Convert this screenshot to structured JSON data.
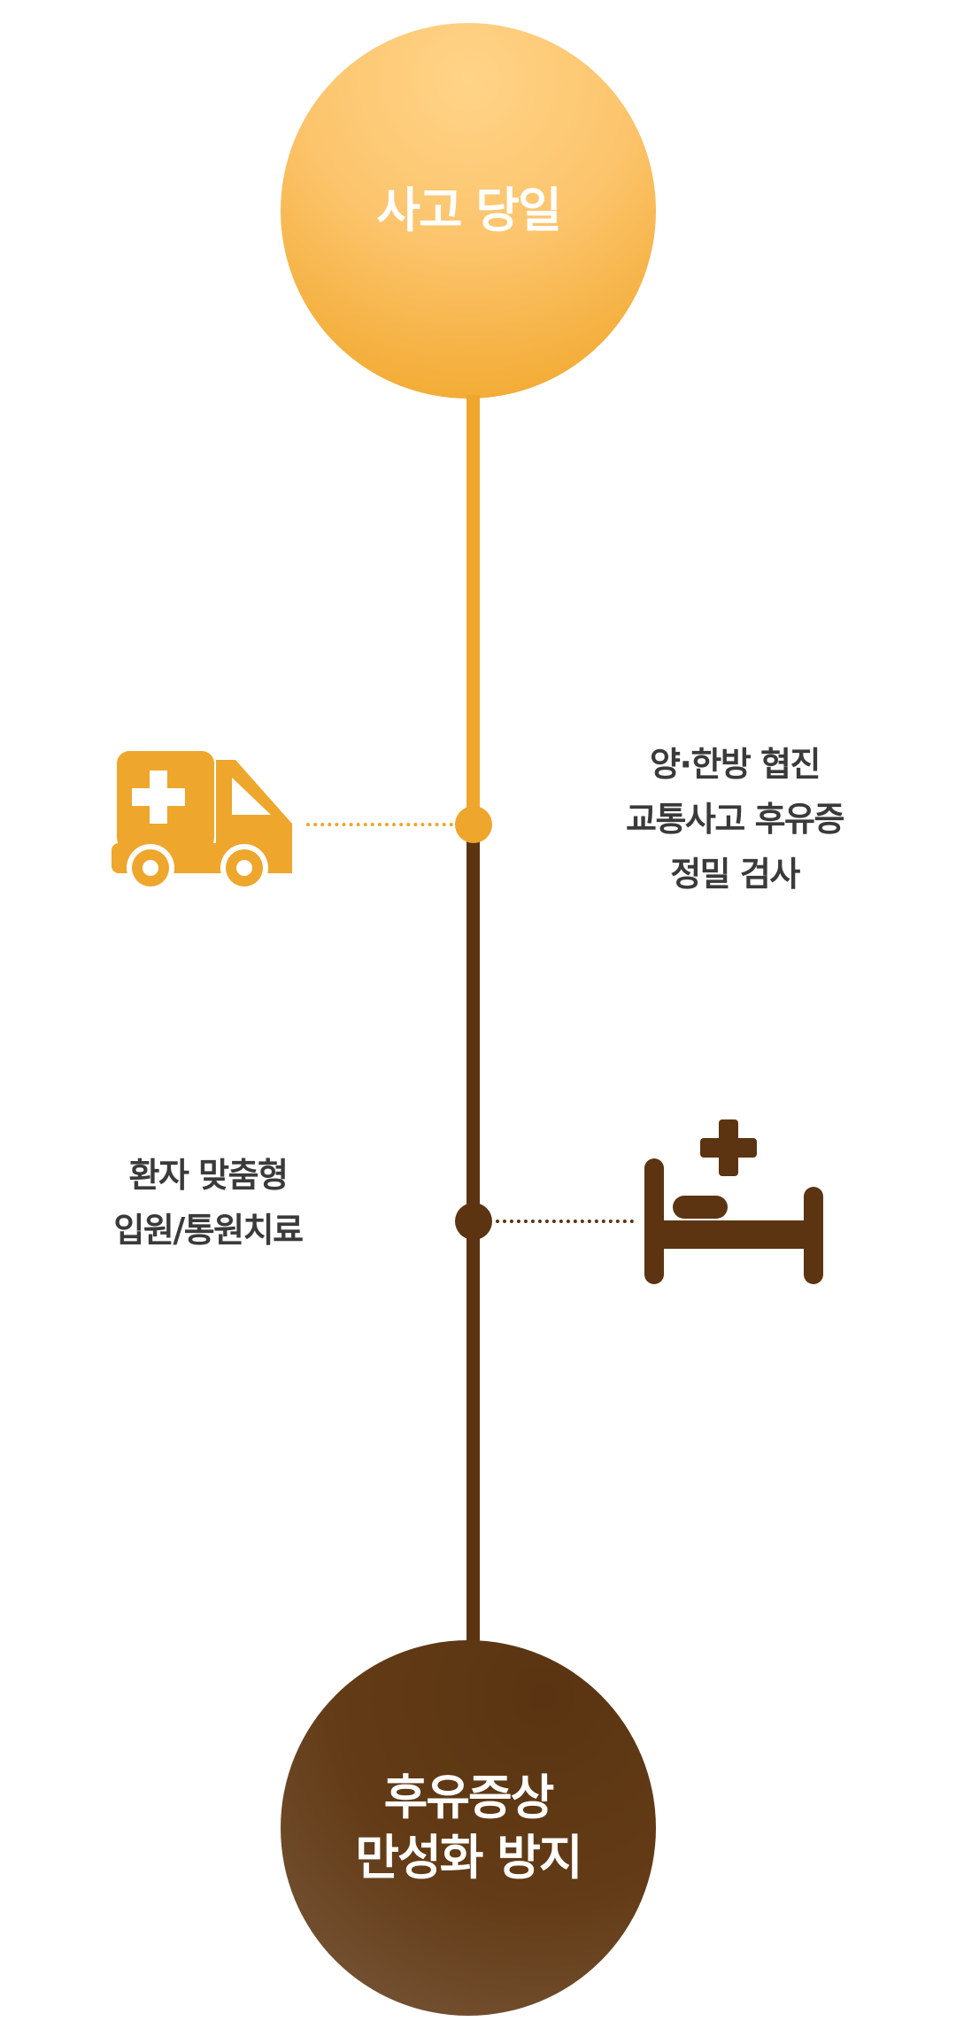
{
  "diagram": {
    "start": {
      "label": "사고 당일"
    },
    "steps": [
      {
        "label": "양·한방 협진\n교통사고 후유증\n정밀 검사",
        "icon": "ambulance-icon"
      },
      {
        "label": "환자 맞춤형\n입원/통원치료",
        "icon": "hospital-bed-icon"
      }
    ],
    "end": {
      "label": "후유증상\n만성화 방지"
    }
  },
  "colors": {
    "accent_orange": "#eea62c",
    "accent_brown": "#5c3412",
    "text_dark": "#3a3a3a"
  }
}
